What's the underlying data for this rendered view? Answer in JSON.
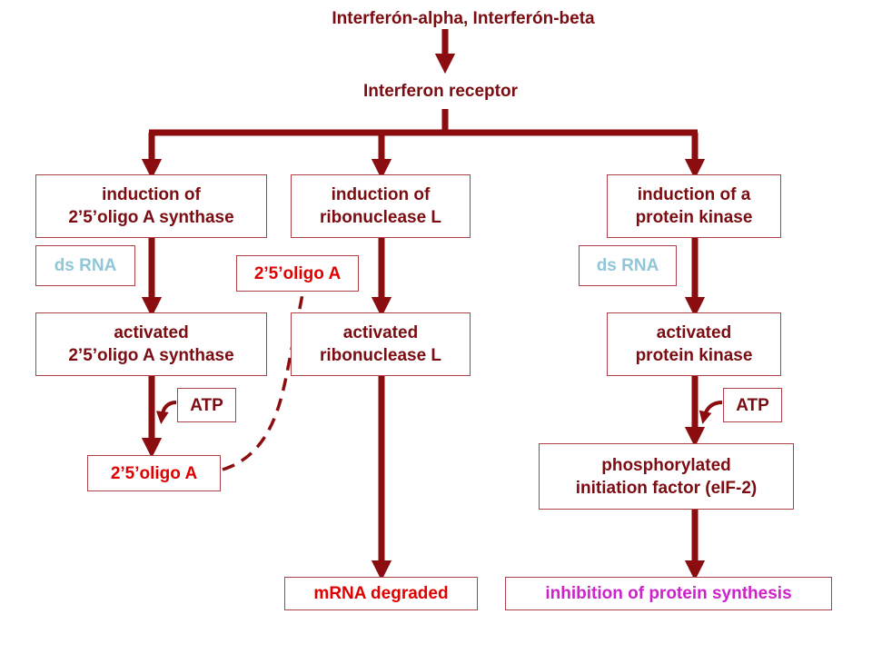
{
  "colors": {
    "arrow": "#8b0d10",
    "box_border": "#b04048",
    "dark_text": "#7b0d12",
    "red_text": "#e00000",
    "ds_rna_text": "#8fc7d6",
    "magenta_text": "#cc22cc"
  },
  "title": "Interferón-alpha, Interferón-beta",
  "receptor": "Interferon receptor",
  "left": {
    "induction": "induction of\n2’5’oligo A synthase",
    "cofactor": "ds RNA",
    "activated": "activated\n2’5’oligo A synthase",
    "atp": "ATP",
    "product": "2’5’oligo A"
  },
  "middle": {
    "induction": "induction of\nribonuclease L",
    "cofactor": "2’5’oligo A",
    "activated": "activated\nribonuclease L",
    "result": "mRNA degraded"
  },
  "right": {
    "induction": "induction of a\nprotein kinase",
    "cofactor": "ds RNA",
    "activated": "activated\nprotein kinase",
    "atp": "ATP",
    "phosphorylated": "phosphorylated\ninitiation factor (eIF-2)",
    "result": "inhibition of protein synthesis"
  }
}
